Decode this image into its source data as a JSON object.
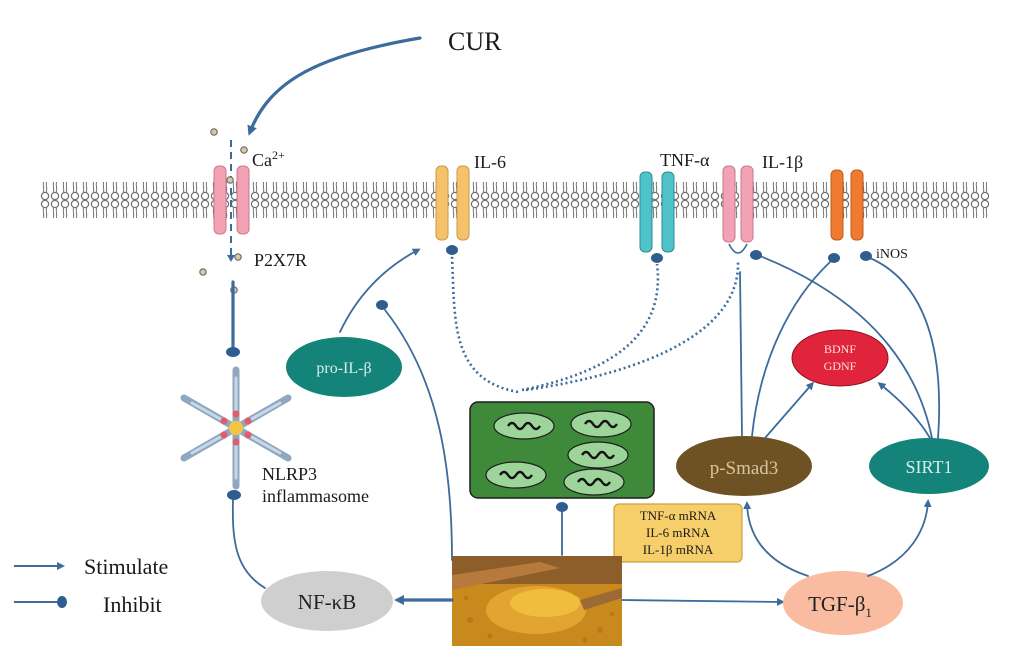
{
  "labels": {
    "cur": "CUR",
    "ca": "Ca",
    "ca_sup": "2+",
    "p2x7r": "P2X7R",
    "il6": "IL-6",
    "tnfa": "TNF-α",
    "il1b": "IL-1β",
    "inos": "iNOS",
    "nlrp3_line1": "NLRP3",
    "nlrp3_line2": "inflammasome"
  },
  "nodes": {
    "pro_il_b": "pro-IL-β",
    "bdnf": "BDNF",
    "gdnf": "GDNF",
    "p_smad3": "p-Smad3",
    "sirt1": "SIRT1",
    "nfkb": "NF-κB",
    "tgfb1": "TGF-β",
    "tgfb1_sub": "1"
  },
  "mrna_box": [
    "TNF-α mRNA",
    "IL-6 mRNA",
    "IL-1β mRNA"
  ],
  "legend": {
    "stimulate": "Stimulate",
    "inhibit": "Inhibit"
  },
  "colors": {
    "membrane": "#6b6b6b",
    "p2x7r": "#f2a2b4",
    "il6": "#f5c26b",
    "tnfa": "#4ec3c9",
    "il1b": "#f2a2b4",
    "inos": "#f07a32",
    "arrow": "#3c6b9c",
    "pro_il_b": "#14837a",
    "sirt1": "#14837a",
    "p_smad3": "#6e5223",
    "bdnf": "#e0243b",
    "nfkb": "#cfcfcf",
    "tgfb1": "#f9bca0",
    "mitochondria_bg": "#3f8a3a",
    "mrna_box": "#f6cf6a"
  }
}
